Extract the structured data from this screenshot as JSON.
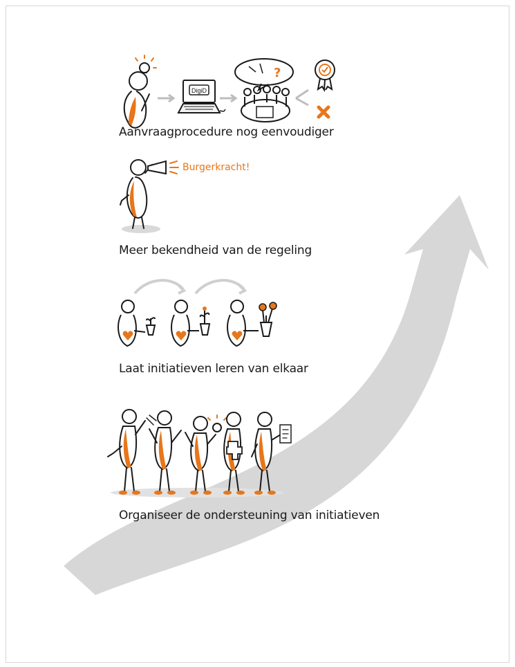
{
  "colors": {
    "accent": "#e8761a",
    "arrow": "#d7d7d7",
    "ink": "#1a1a1a"
  },
  "steps": [
    {
      "label": "Aanvraagprocedure nog eenvoudiger",
      "icons": [
        "idea-person-icon",
        "laptop-icon",
        "meeting-icon",
        "approval-ribbon-icon",
        "reject-cross-icon"
      ],
      "laptop_text": "DigiD"
    },
    {
      "label": "Meer bekendheid van de regeling",
      "icons": [
        "megaphone-person-icon"
      ],
      "shout": "Burgerkracht!"
    },
    {
      "label": "Laat initiatieven leren van elkaar",
      "icons": [
        "person-seedling-icon",
        "person-sprout-icon",
        "person-flowers-icon"
      ]
    },
    {
      "label": "Organiseer de ondersteuning van initiatieven",
      "icons": [
        "team-of-people-icon"
      ]
    }
  ]
}
